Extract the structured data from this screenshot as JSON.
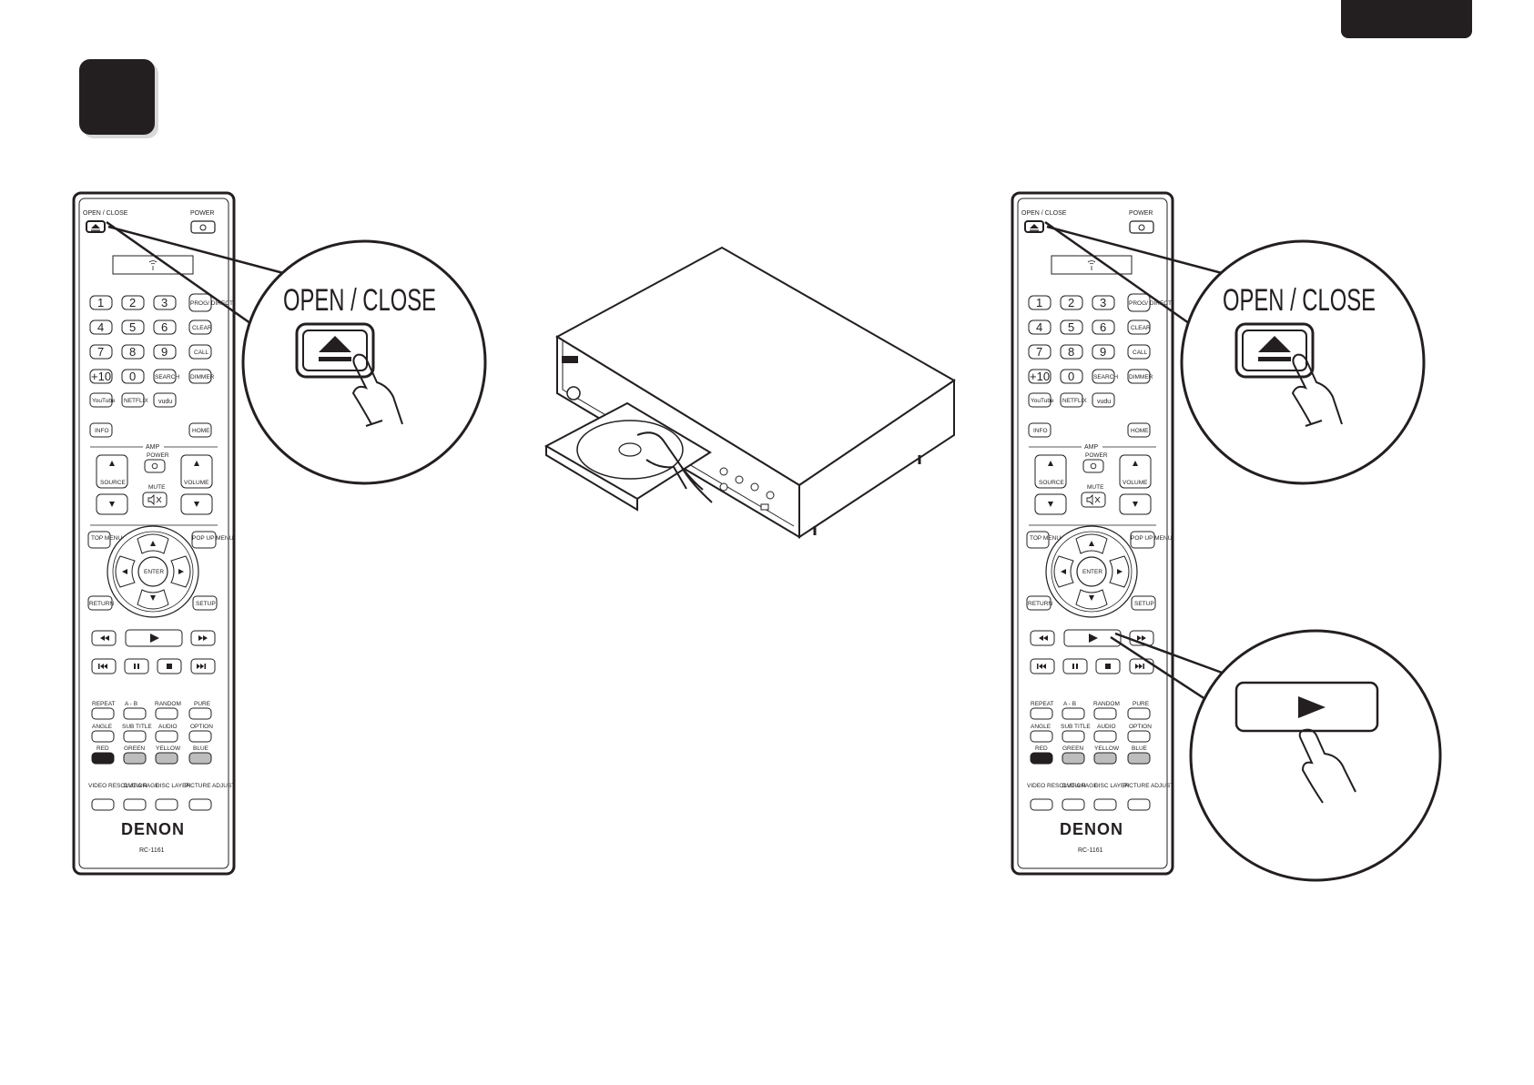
{
  "remote": {
    "open_close": "OPEN / CLOSE",
    "power": "POWER",
    "num1": "1",
    "num2": "2",
    "num3": "3",
    "num4": "4",
    "num5": "5",
    "num6": "6",
    "num7": "7",
    "num8": "8",
    "num9": "9",
    "plus10": "+10",
    "num0": "0",
    "prog_direct": "PROG/ DIRECT",
    "clear": "CLEAR",
    "call": "CALL",
    "search": "SEARCH",
    "dimmer": "DIMMER",
    "youtube": "YouTube",
    "netflix": "NETFLIX",
    "vudu": "vudu",
    "info": "INFO",
    "home": "HOME",
    "amp": "AMP",
    "amp_power": "POWER",
    "source": "SOURCE",
    "mute": "MUTE",
    "volume": "VOLUME",
    "top_menu": "TOP MENU",
    "popup_menu": "POP UP MENU",
    "enter": "ENTER",
    "return": "RETURN",
    "setup": "SETUP",
    "repeat": "REPEAT",
    "a_b": "A - B",
    "random": "RANDOM",
    "pure": "PURE",
    "angle": "ANGLE",
    "sub_title": "SUB TITLE",
    "audio": "AUDIO",
    "option": "OPTION",
    "red": "RED",
    "green": "GREEN",
    "yellow": "YELLOW",
    "blue": "BLUE",
    "video_resolution": "VIDEO RESOLUTION",
    "dvd_a_page": "DVD A PAGE",
    "disc_layer": "DISC LAYER",
    "picture_adjust": "PICTURE ADJUST",
    "brand": "DENON",
    "model": "RC-1161"
  },
  "callouts": {
    "open_close_label": "OPEN / CLOSE"
  },
  "icons": {
    "eject": "eject-icon",
    "play": "play-icon",
    "power": "power-icon",
    "hand": "pressing-hand-icon"
  },
  "colors": {
    "ink": "#231f20",
    "red_button": "#231f20",
    "color_buttons": "#bdbdbd"
  }
}
